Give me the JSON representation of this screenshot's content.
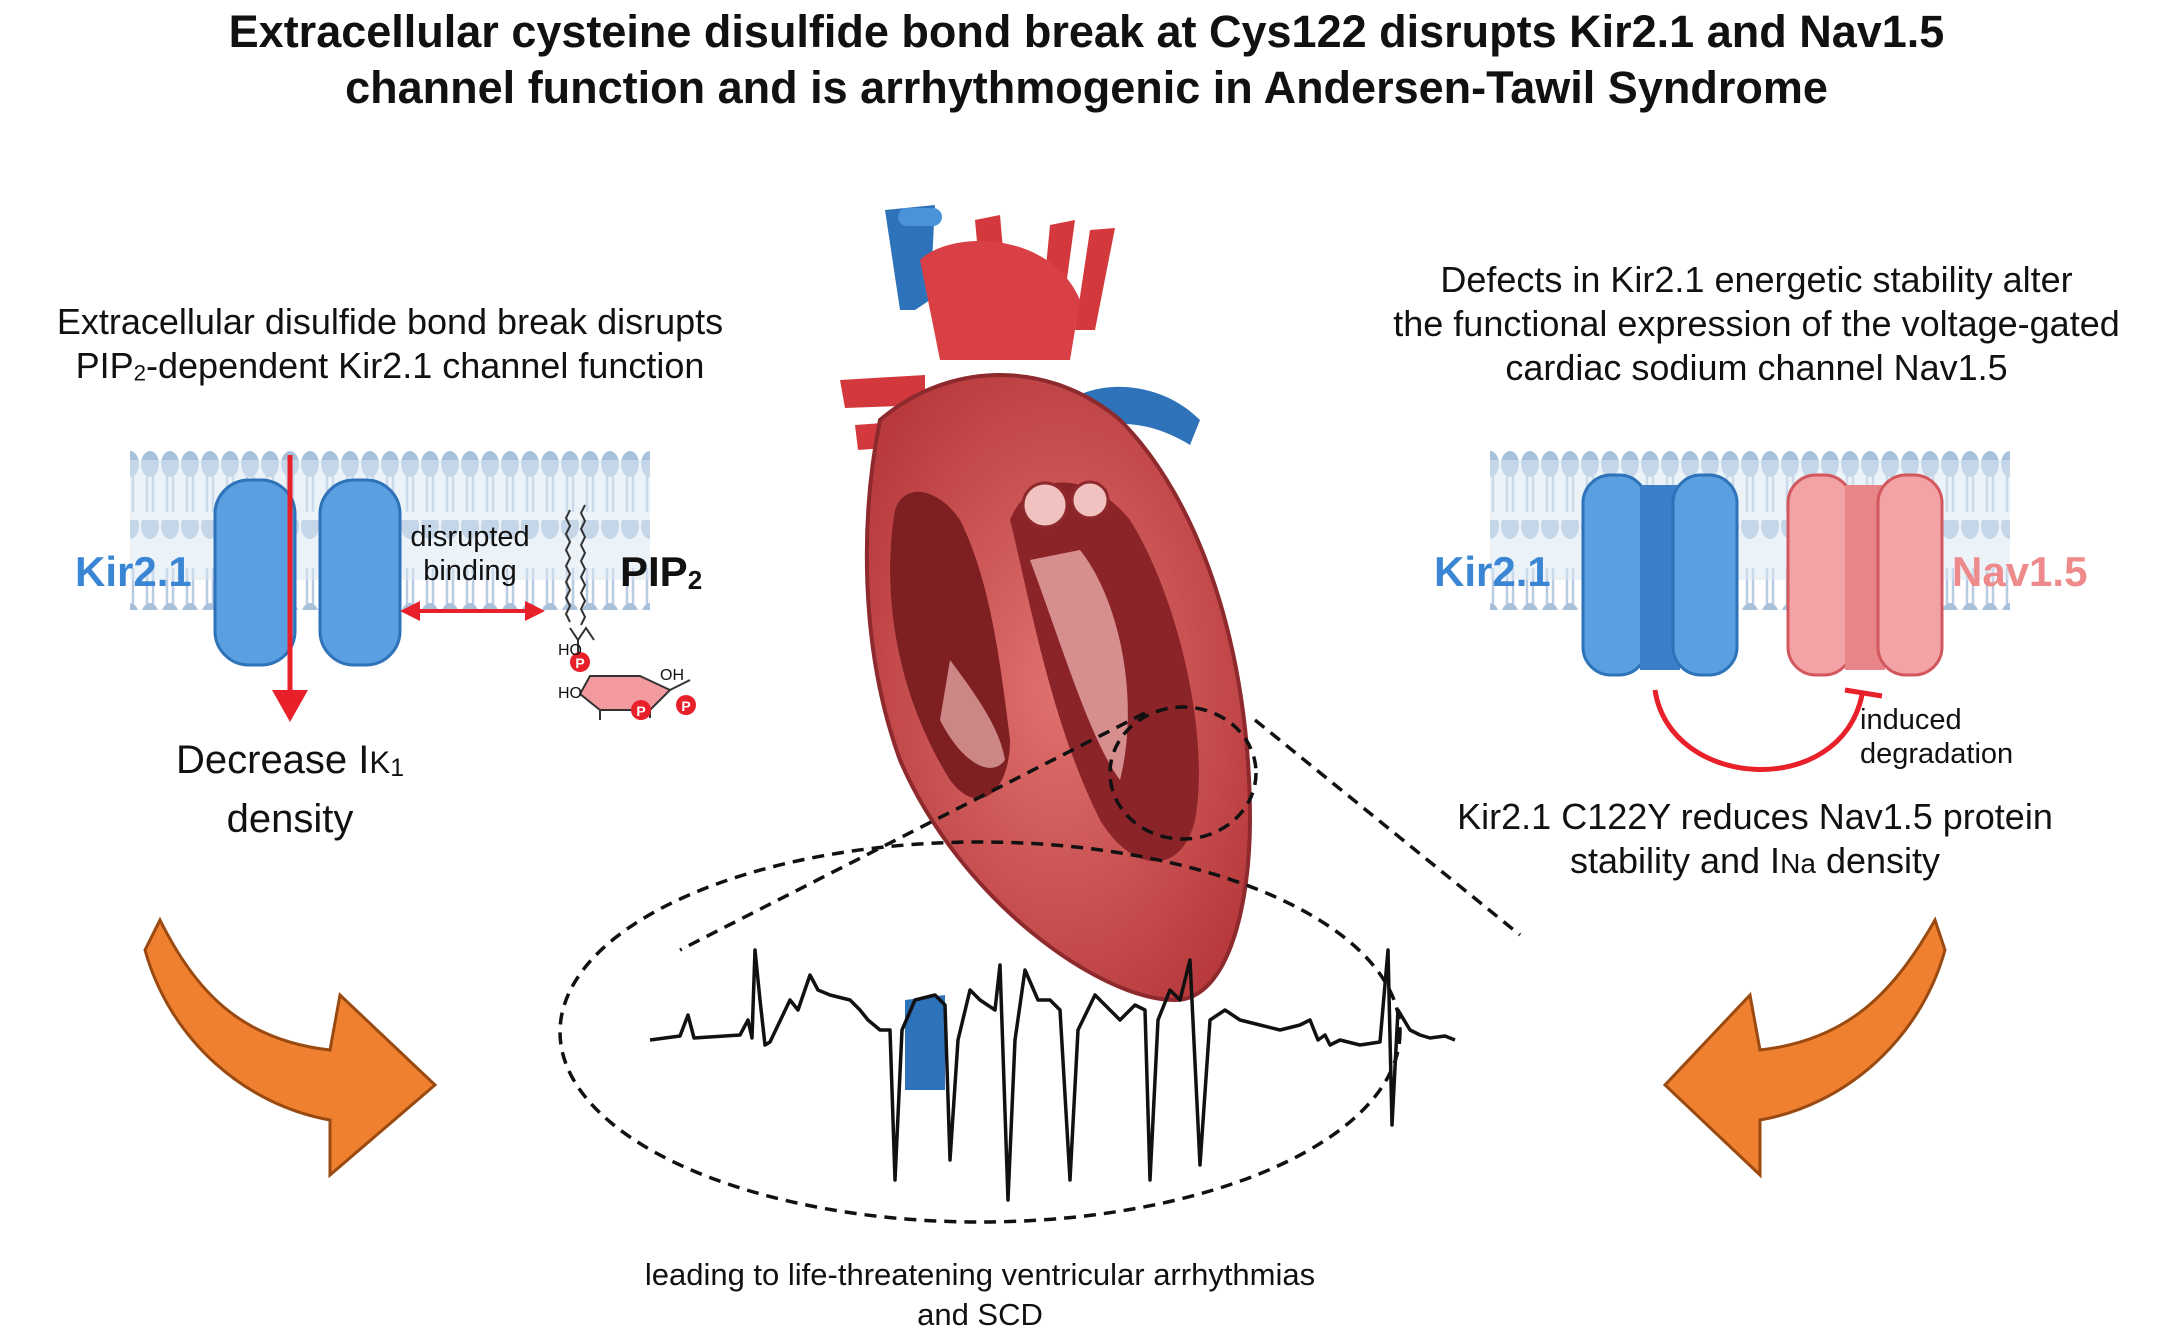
{
  "title": {
    "line1": "Extracellular cysteine disulfide bond break at Cys122 disrupts Kir2.1 and Nav1.5",
    "line2": "channel function and is arrhythmogenic in Andersen-Tawil Syndrome"
  },
  "left_panel": {
    "heading_line1": "Extracellular disulfide bond break disrupts",
    "heading_line2_prefix": "PIP",
    "heading_line2_sub": "2",
    "heading_line2_rest": "-dependent Kir2.1 channel function",
    "channel_label": "Kir2.1",
    "lipid_label": "PIP",
    "lipid_label_sub": "2",
    "binding_line1": "disrupted",
    "binding_line2": "binding",
    "effect_line1_prefix": "Decrease I",
    "effect_line1_sub": "K",
    "effect_line1_sub2": "1",
    "effect_line2": "density",
    "chem_labels": {
      "ho_top": "HO",
      "ho_bottom": "HO",
      "oh": "OH",
      "phosphate": "P"
    }
  },
  "right_panel": {
    "heading_line1": "Defects in Kir2.1 energetic stability alter",
    "heading_line2": "the functional expression of the voltage-gated",
    "heading_line3": "cardiac sodium channel Nav1.5",
    "channel1_label": "Kir2.1",
    "channel2_label": "Nav1.5",
    "inhibit_line1": "induced",
    "inhibit_line2": "degradation",
    "effect_line1": "Kir2.1 C122Y reduces Nav1.5 protein",
    "effect_line2_prefix": "stability and I",
    "effect_line2_sub": "Na",
    "effect_line2_rest": " density"
  },
  "bottom": {
    "line1": "leading to life-threatening ventricular arrhythmias",
    "line2": "and SCD"
  },
  "colors": {
    "kir_blue": "#5a9fdf",
    "kir_blue_dark": "#2e72b9",
    "nav_pink": "#f3a3a5",
    "nav_label": "#ee8a8c",
    "arrow_red": "#e8202a",
    "orange": "#ef8030",
    "membrane": "#b9cfe4",
    "heart_red": "#c9474a"
  }
}
